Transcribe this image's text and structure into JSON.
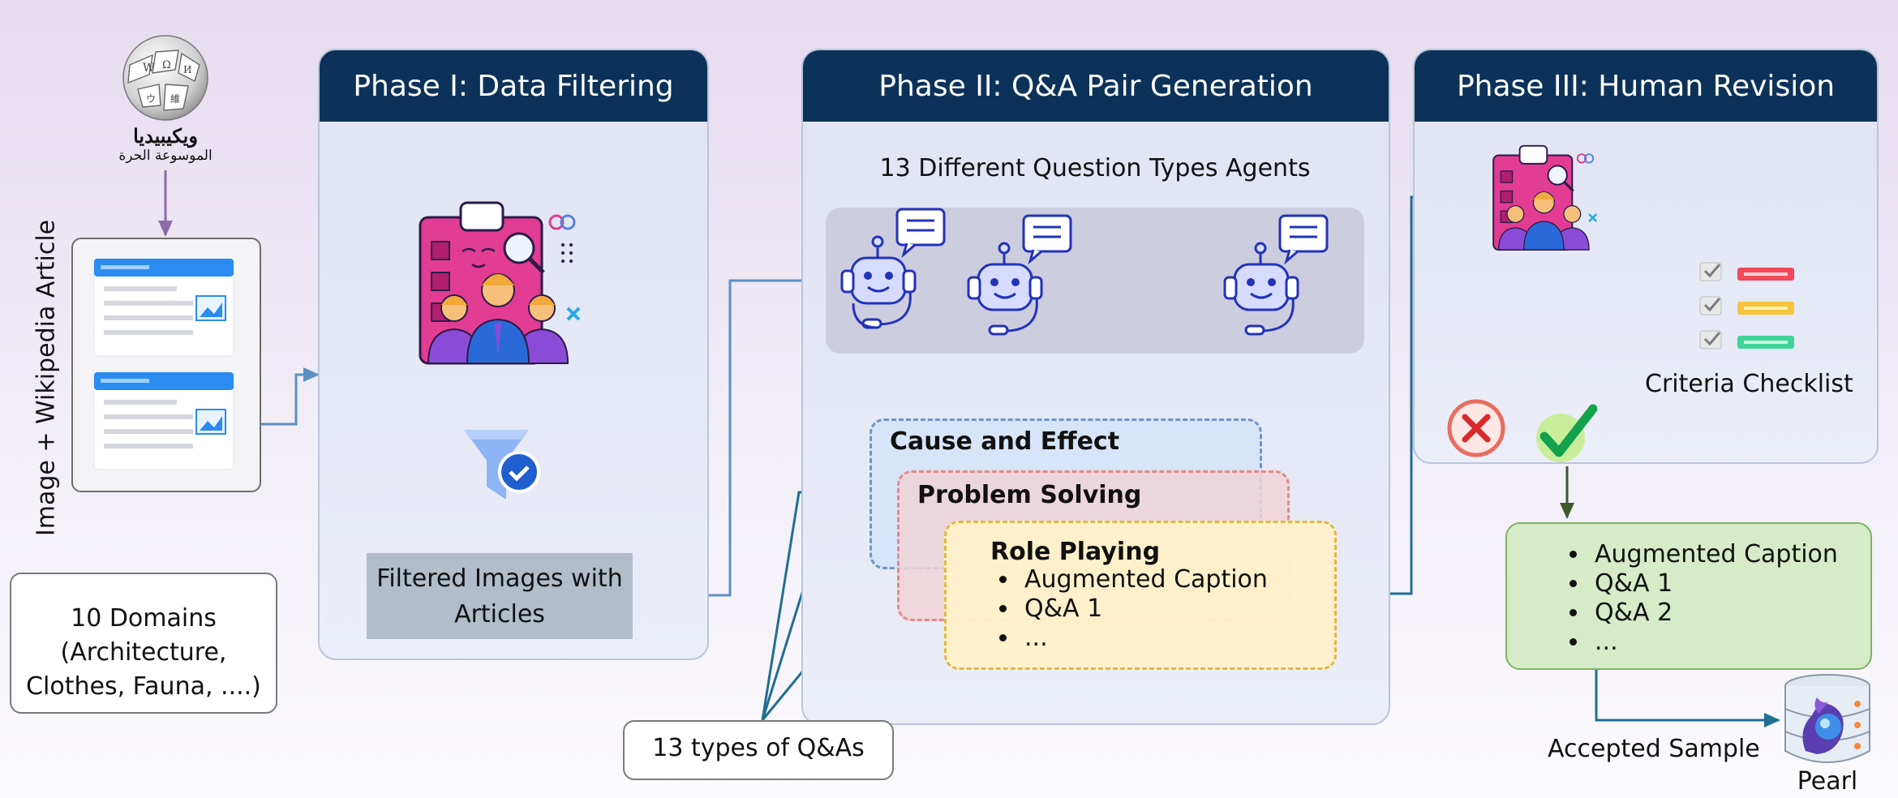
{
  "wiki": {
    "logo_line1": "ويكيبيديا",
    "logo_line2": "الموسوعة الحرة"
  },
  "input_label": "Image + Wikipedia Article",
  "domains_box": {
    "line1": "10 Domains",
    "line2": "(Architecture,",
    "line3": "Clothes, Fauna, ....)"
  },
  "phase1": {
    "title": "Phase I: Data Filtering",
    "output_line1": "Filtered Images with",
    "output_line2": "Articles"
  },
  "phase2": {
    "title": "Phase II: Q&A Pair Generation",
    "agents_label": "13 Different Question Types Agents",
    "qa_types": [
      {
        "name": "Cause and Effect"
      },
      {
        "name": "Problem Solving"
      },
      {
        "name": "Role Playing",
        "items": [
          "Augmented Caption",
          "Q&A 1",
          "..."
        ]
      }
    ]
  },
  "qa_types_label": "13 types of Q&As",
  "phase3": {
    "title": "Phase III: Human Revision",
    "checklist_label": "Criteria Checklist"
  },
  "accepted_box": {
    "items": [
      "Augmented Caption",
      "Q&A 1",
      "Q&A 2",
      "..."
    ]
  },
  "accepted_label": "Accepted Sample",
  "pearl_label": "Pearl",
  "colors": {
    "header": "#0c3259",
    "arrow_purple": "#8e6aa8",
    "arrow_blue": "#5b8fc4",
    "arrow_navy": "#1a2eb8",
    "arrow_teal": "#1f6f94"
  }
}
